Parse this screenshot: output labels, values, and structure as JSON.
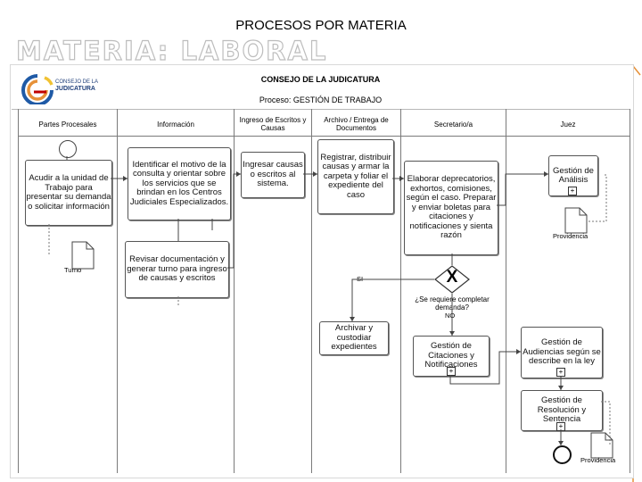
{
  "slide": {
    "title": "PROCESOS POR MATERIA",
    "materia": "MATERIA: LABORAL"
  },
  "header": {
    "org": "CONSEJO DE LA JUDICATURA",
    "process": "Proceso: GESTIÓN DE TRABAJO",
    "logo_line1": "CONSEJO DE LA",
    "logo_line2": "JUDICATURA"
  },
  "lanes": [
    "Partes Procesales",
    "Información",
    "Ingreso de Escritos y Causas",
    "Archivo / Entrega de Documentos",
    "Secretario/a",
    "Juez"
  ],
  "tasks": {
    "acudir": "Acudir a la unidad de Trabajo para presentar su demanda o solicitar información",
    "identificar": "Identificar el motivo de la consulta y orientar sobre los servicios que se brindan en los Centros Judiciales Especializados.",
    "revisar": "Revisar documentación y generar turno para ingreso de causas y escritos",
    "ingresar": "Ingresar causas o escritos al sistema.",
    "registrar": "Registrar, distribuir causas y armar la carpeta y foliar el expediente del caso",
    "archivar": "Archivar y custodiar expedientes",
    "elaborar": "Elaborar deprecatorios, exhortos, comisiones, según el caso. Preparar y enviar boletas para citaciones y notificaciones y sienta razón",
    "citaciones": "Gestión de Citaciones y Notificaciones",
    "analisis": "Gestión de Análisis",
    "audiencias": "Gestión de Audiencias según se describe en la ley",
    "resolucion": "Gestión de Resolución y Sentencia"
  },
  "gateway": {
    "symbol": "X",
    "question": "¿Se requiere completar demanda?",
    "yes": "SI",
    "no": "NO"
  },
  "documents": {
    "turno": "Turno",
    "providencia": "Providencia",
    "providencia2": "Providencia"
  },
  "colors": {
    "accent_orange": "#e69138",
    "border": "#555555"
  }
}
